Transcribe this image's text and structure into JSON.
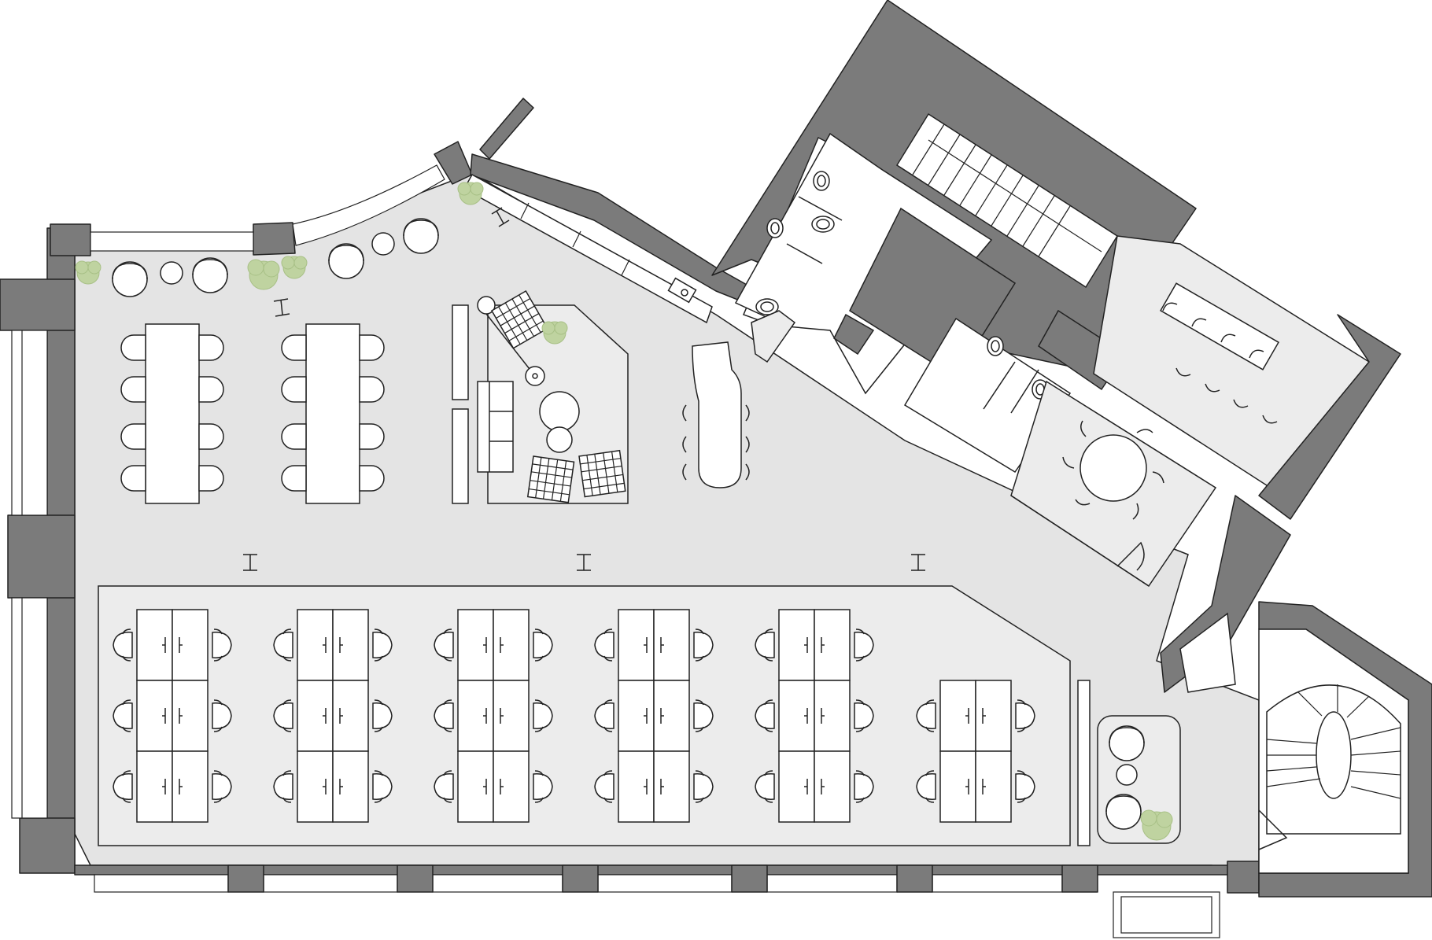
{
  "plan": {
    "colors": {
      "wall": "#7b7b7b",
      "floor": "#e4e4e4",
      "zone": "#ececec",
      "furniture": "#ffffff",
      "line": "#222222",
      "plant": "#bfd3a0"
    },
    "areas": [
      "open-office",
      "workstation-zone",
      "lounge",
      "meeting-room-round",
      "meeting-room-long",
      "restrooms",
      "stair-core",
      "spiral-stair"
    ]
  }
}
